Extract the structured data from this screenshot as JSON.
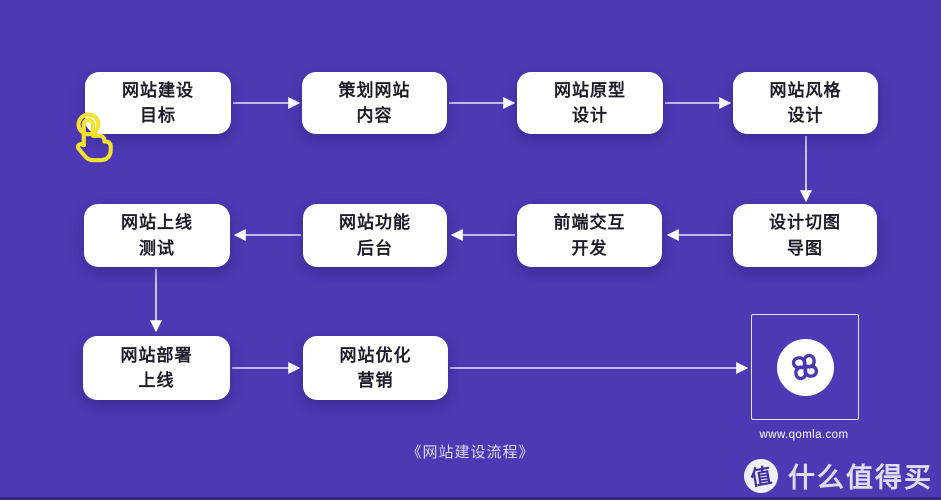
{
  "flow": {
    "caption": "《网站建设流程》",
    "nodes": [
      {
        "label": "网站建设\n目标"
      },
      {
        "label": "策划网站\n内容"
      },
      {
        "label": "网站原型\n设计"
      },
      {
        "label": "网站风格\n设计"
      },
      {
        "label": "设计切图\n导图"
      },
      {
        "label": "前端交互\n开发"
      },
      {
        "label": "网站功能\n后台"
      },
      {
        "label": "网站上线\n测试"
      },
      {
        "label": "网站部署\n上线"
      },
      {
        "label": "网站优化\n营销"
      }
    ]
  },
  "logo": {
    "icon": "qomla-clover-icon",
    "site_url": "www.qomla.com"
  },
  "cursor": {
    "icon": "tap-hand-icon",
    "color": "#f3e22e"
  },
  "watermark": {
    "badge_char": "值",
    "text": "什么值得买"
  },
  "colors": {
    "background": "#4d39b3",
    "node_background": "#ffffff",
    "node_text": "#1d1d29",
    "arrow": "#eae6fa",
    "logo_purple": "#4a38b2",
    "cursor_yellow": "#f3e22e"
  }
}
